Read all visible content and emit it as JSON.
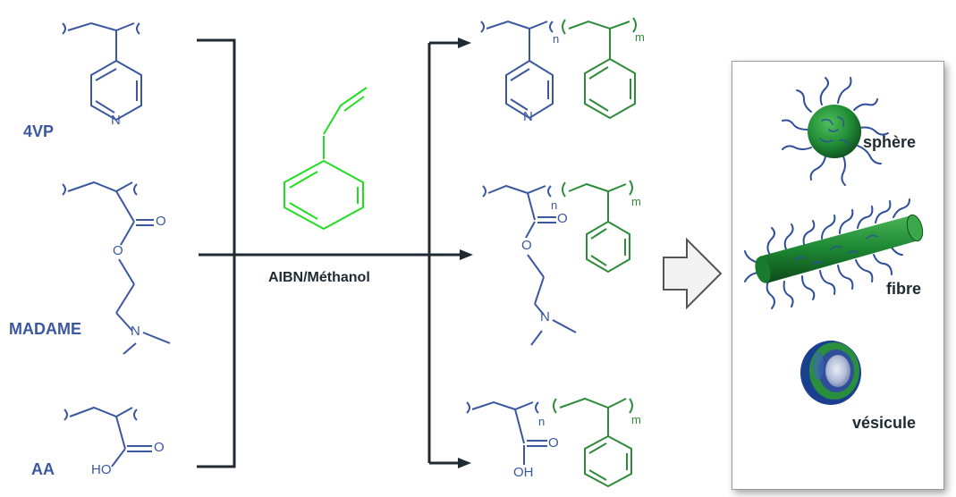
{
  "monomers": {
    "vp": {
      "label": "4VP",
      "atom": "N"
    },
    "madame": {
      "label": "MADAME",
      "atom_o1": "O",
      "atom_o2": "O",
      "atom_n": "N"
    },
    "aa": {
      "label": "AA",
      "atom_o": "O",
      "atom_ho": "HO"
    }
  },
  "reaction": {
    "conditions": "AIBN/Méthanol"
  },
  "products": {
    "p1": {
      "n": "n",
      "m": "m",
      "atom_n": "N"
    },
    "p2": {
      "n": "n",
      "m": "m",
      "atom_o1": "O",
      "atom_o2": "O",
      "atom_n": "N"
    },
    "p3": {
      "n": "n",
      "m": "m",
      "atom_o": "O",
      "atom_oh": "OH"
    }
  },
  "morphologies": {
    "sphere": "sphère",
    "fibre": "fibre",
    "vesicle": "vésicule"
  },
  "colors": {
    "blue": "#3a57a0",
    "green": "#2e8b3a",
    "bright_green": "#22dd22",
    "dark": "#1f2a33"
  }
}
